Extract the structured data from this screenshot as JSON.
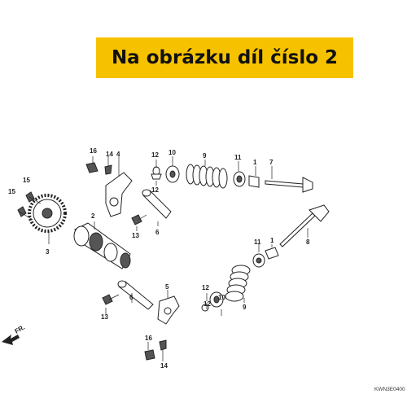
{
  "banner": {
    "text": "Na obrázku díl číslo 2",
    "color": "#f6c200"
  },
  "labels": {
    "l16a": "16",
    "l14a": "14",
    "l4": "4",
    "l12a": "12",
    "l12b": "12",
    "l10a": "10",
    "l9a": "9",
    "l11a": "11",
    "l1a": "1",
    "l7": "7",
    "l15a": "15",
    "l15b": "15",
    "l2": "2",
    "l3": "3",
    "l13a": "13",
    "l6a": "6",
    "l11b": "11",
    "l1b": "1",
    "l8": "8",
    "l5": "5",
    "l12c": "12",
    "l12d": "12",
    "l9b": "9",
    "l10b": "10",
    "l13b": "13",
    "l6b": "6",
    "l16b": "16",
    "l14b": "14"
  },
  "front_marker": "FR.",
  "diagram_code": "KWN3E0400"
}
